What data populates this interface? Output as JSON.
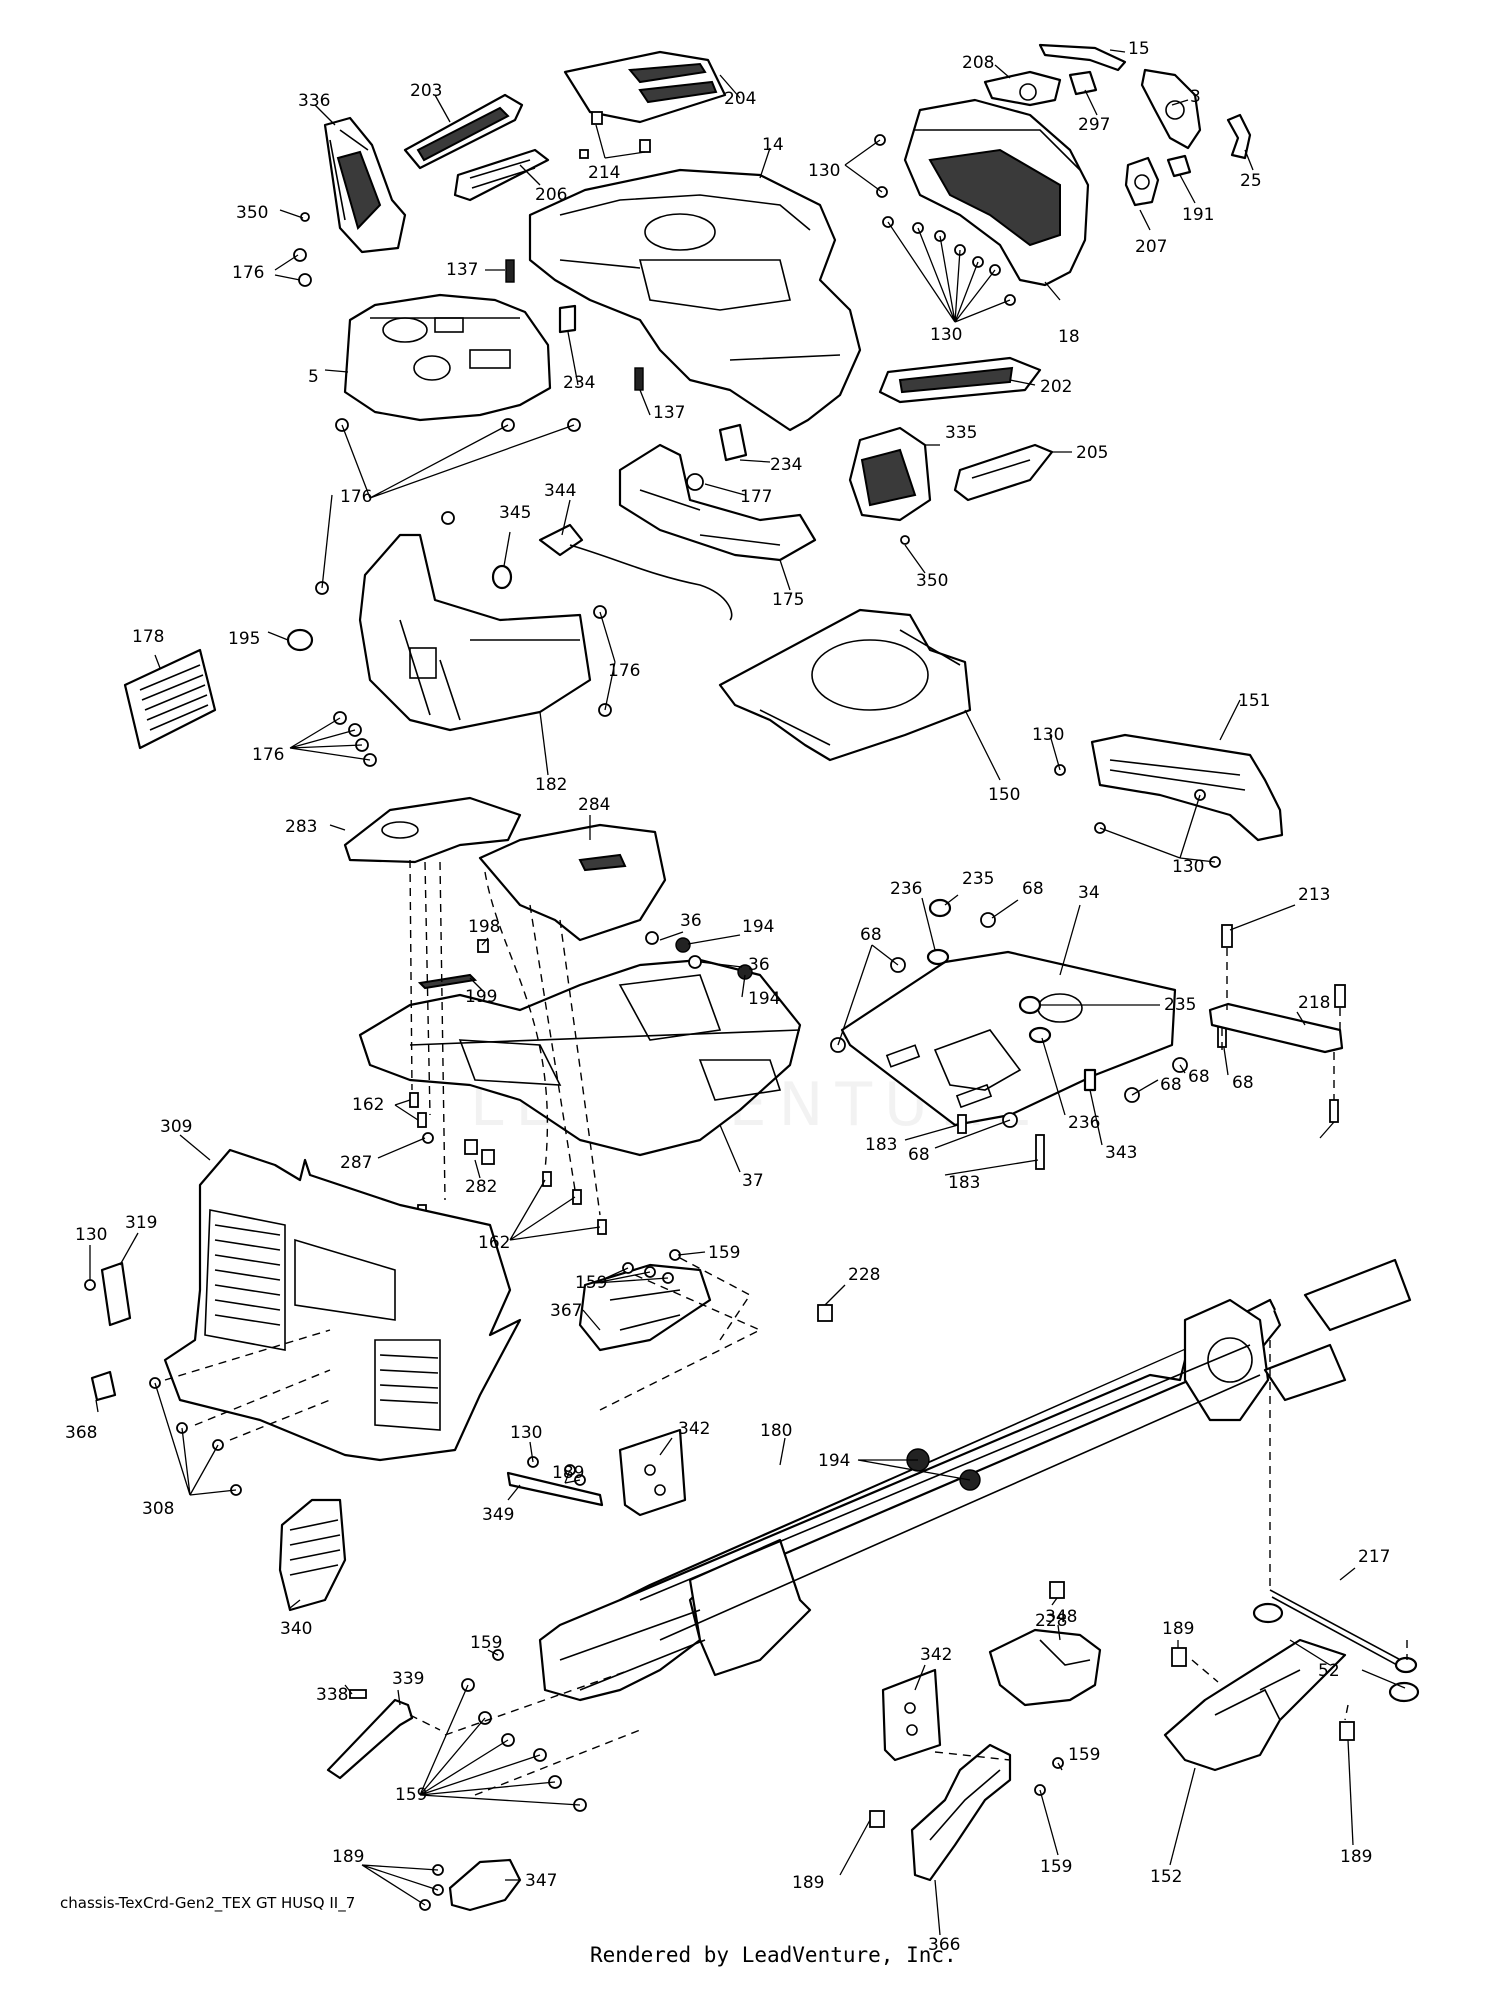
{
  "diagram": {
    "caption": "chassis-TexCrd-Gen2_TEX GT HUSQ II_7",
    "footer": "Rendered by LeadVenture, Inc.",
    "watermark": "LEADVENTURE",
    "callouts": [
      {
        "id": "c15",
        "text": "15"
      },
      {
        "id": "c3",
        "text": "3"
      },
      {
        "id": "c208",
        "text": "208"
      },
      {
        "id": "c297",
        "text": "297"
      },
      {
        "id": "c25",
        "text": "25"
      },
      {
        "id": "c191",
        "text": "191"
      },
      {
        "id": "c207",
        "text": "207"
      },
      {
        "id": "c336",
        "text": "336"
      },
      {
        "id": "c203",
        "text": "203"
      },
      {
        "id": "c204",
        "text": "204"
      },
      {
        "id": "c214",
        "text": "214"
      },
      {
        "id": "c14",
        "text": "14"
      },
      {
        "id": "c130a",
        "text": "130"
      },
      {
        "id": "c206",
        "text": "206"
      },
      {
        "id": "c350a",
        "text": "350"
      },
      {
        "id": "c137a",
        "text": "137"
      },
      {
        "id": "c176a",
        "text": "176"
      },
      {
        "id": "c130b",
        "text": "130"
      },
      {
        "id": "c18",
        "text": "18"
      },
      {
        "id": "c5",
        "text": "5"
      },
      {
        "id": "c234a",
        "text": "234"
      },
      {
        "id": "c202",
        "text": "202"
      },
      {
        "id": "c137b",
        "text": "137"
      },
      {
        "id": "c335",
        "text": "335"
      },
      {
        "id": "c205",
        "text": "205"
      },
      {
        "id": "c234b",
        "text": "234"
      },
      {
        "id": "c344",
        "text": "344"
      },
      {
        "id": "c176b",
        "text": "176"
      },
      {
        "id": "c177",
        "text": "177"
      },
      {
        "id": "c345",
        "text": "345"
      },
      {
        "id": "c350b",
        "text": "350"
      },
      {
        "id": "c175",
        "text": "175"
      },
      {
        "id": "c178",
        "text": "178"
      },
      {
        "id": "c195",
        "text": "195"
      },
      {
        "id": "c176c",
        "text": "176"
      },
      {
        "id": "c151",
        "text": "151"
      },
      {
        "id": "c130c",
        "text": "130"
      },
      {
        "id": "c176d",
        "text": "176"
      },
      {
        "id": "c182",
        "text": "182"
      },
      {
        "id": "c150",
        "text": "150"
      },
      {
        "id": "c130d",
        "text": "130"
      },
      {
        "id": "c283",
        "text": "283"
      },
      {
        "id": "c284",
        "text": "284"
      },
      {
        "id": "c235a",
        "text": "235"
      },
      {
        "id": "c236a",
        "text": "236"
      },
      {
        "id": "c68a",
        "text": "68"
      },
      {
        "id": "c34",
        "text": "34"
      },
      {
        "id": "c213",
        "text": "213"
      },
      {
        "id": "c198",
        "text": "198"
      },
      {
        "id": "c36a",
        "text": "36"
      },
      {
        "id": "c194a",
        "text": "194"
      },
      {
        "id": "c68b",
        "text": "68"
      },
      {
        "id": "c235b",
        "text": "235"
      },
      {
        "id": "c218",
        "text": "218"
      },
      {
        "id": "c199",
        "text": "199"
      },
      {
        "id": "c36b",
        "text": "36"
      },
      {
        "id": "c194b",
        "text": "194"
      },
      {
        "id": "c68c",
        "text": "68"
      },
      {
        "id": "c68d",
        "text": "68"
      },
      {
        "id": "c162a",
        "text": "162"
      },
      {
        "id": "c236b",
        "text": "236"
      },
      {
        "id": "c309",
        "text": "309"
      },
      {
        "id": "c287",
        "text": "287"
      },
      {
        "id": "c183a",
        "text": "183"
      },
      {
        "id": "c343",
        "text": "343"
      },
      {
        "id": "c68e",
        "text": "68"
      },
      {
        "id": "c37",
        "text": "37"
      },
      {
        "id": "c319",
        "text": "319"
      },
      {
        "id": "c282",
        "text": "282"
      },
      {
        "id": "c183b",
        "text": "183"
      },
      {
        "id": "c68f",
        "text": "68"
      },
      {
        "id": "c130e",
        "text": "130"
      },
      {
        "id": "c162b",
        "text": "162"
      },
      {
        "id": "c159a",
        "text": "159"
      },
      {
        "id": "c159b",
        "text": "159"
      },
      {
        "id": "c367",
        "text": "367"
      },
      {
        "id": "c228a",
        "text": "228"
      },
      {
        "id": "c368",
        "text": "368"
      },
      {
        "id": "c130f",
        "text": "130"
      },
      {
        "id": "c342a",
        "text": "342"
      },
      {
        "id": "c180",
        "text": "180"
      },
      {
        "id": "c189a",
        "text": "189"
      },
      {
        "id": "c308",
        "text": "308"
      },
      {
        "id": "c194c",
        "text": "194"
      },
      {
        "id": "c217",
        "text": "217"
      },
      {
        "id": "c349",
        "text": "349"
      },
      {
        "id": "c340",
        "text": "340"
      },
      {
        "id": "c228b",
        "text": "228"
      },
      {
        "id": "c189b",
        "text": "189"
      },
      {
        "id": "c52",
        "text": "52"
      },
      {
        "id": "c342b",
        "text": "342"
      },
      {
        "id": "c348",
        "text": "348"
      },
      {
        "id": "c159c",
        "text": "159"
      },
      {
        "id": "c339",
        "text": "339"
      },
      {
        "id": "c338",
        "text": "338"
      },
      {
        "id": "c159d",
        "text": "159"
      },
      {
        "id": "c159e",
        "text": "159"
      },
      {
        "id": "c189c",
        "text": "189"
      },
      {
        "id": "c347",
        "text": "347"
      },
      {
        "id": "c189d",
        "text": "189"
      },
      {
        "id": "c159f",
        "text": "159"
      },
      {
        "id": "c152",
        "text": "152"
      },
      {
        "id": "c189e",
        "text": "189"
      },
      {
        "id": "c366",
        "text": "366"
      }
    ]
  }
}
